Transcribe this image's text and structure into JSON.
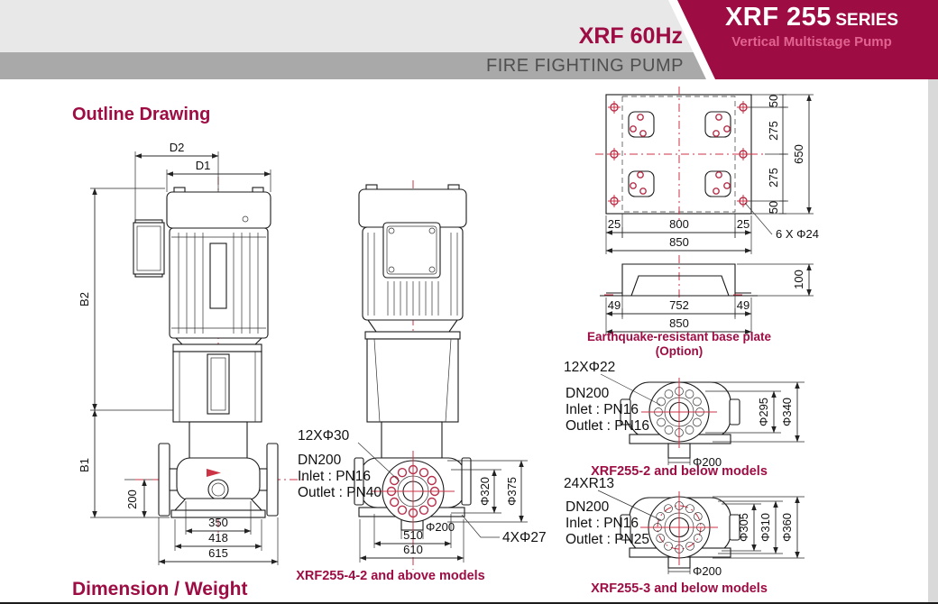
{
  "header": {
    "series_title": "XRF 255",
    "series_suffix": "SERIES",
    "series_subtitle": "Vertical Multistage Pump",
    "model_freq": "XRF 60Hz",
    "category": "FIRE FIGHTING PUMP"
  },
  "sections": {
    "outline_heading": "Outline Drawing",
    "dimension_heading": "Dimension / Weight"
  },
  "colors": {
    "brand_red": "#9d0d44",
    "subtitle_pink": "#e2638f",
    "gray_bar": "#a9a9a9",
    "header_light_gray": "#e8e8e8",
    "centerline_red": "#cc3344",
    "line_black": "#1a1a1a"
  },
  "pump_front": {
    "dims": {
      "d2": "D2",
      "d1": "D1",
      "b2": "B2",
      "b1": "B1",
      "v200": "200",
      "w350": "350",
      "w418": "418",
      "w615": "615"
    }
  },
  "pump_side": {
    "labels": {
      "bolt_top": "12XΦ30",
      "dn": "DN200",
      "inlet": "Inlet : PN16",
      "outlet": "Outlet : PN40",
      "bolt_base": "4XΦ27"
    },
    "dims": {
      "d320": "Φ320",
      "d375": "Φ375",
      "d200": "Φ200",
      "w510": "510",
      "w610": "610"
    },
    "caption": "XRF255-4-2 and above models"
  },
  "base_plate_plan": {
    "dims": {
      "s50a": "50",
      "s275a": "275",
      "s275b": "275",
      "s50b": "50",
      "h650": "650",
      "m25a": "25",
      "m800": "800",
      "m25b": "25",
      "w850": "850"
    },
    "label_bolts": "6 X Φ24"
  },
  "eq_base": {
    "dims": {
      "l49": "49",
      "c752": "752",
      "r49": "49",
      "w850": "850",
      "h100": "100"
    },
    "caption1": "Earthquake-resistant base plate",
    "caption2": "(Option)"
  },
  "flange2": {
    "labels": {
      "bolt": "12XΦ22",
      "dn": "DN200",
      "inlet": "Inlet : PN16",
      "outlet": "Outlet : PN16"
    },
    "dims": {
      "d295": "Φ295",
      "d340": "Φ340",
      "d200": "Φ200"
    },
    "caption": "XRF255-2 and below models"
  },
  "flange3": {
    "labels": {
      "bolt": "24XR13",
      "dn": "DN200",
      "inlet": "Inlet : PN16",
      "outlet": "Outlet : PN25"
    },
    "dims": {
      "d305": "Φ305",
      "d310": "Φ310",
      "d360": "Φ360",
      "d200": "Φ200"
    },
    "caption": "XRF255-3 and below models"
  }
}
